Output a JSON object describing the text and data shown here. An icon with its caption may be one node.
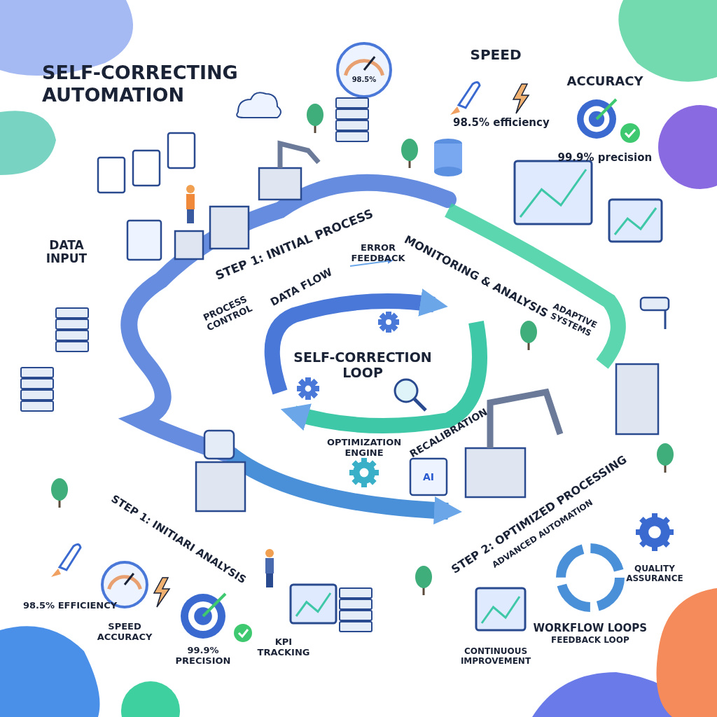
{
  "diagram": {
    "title": "SELF-CORRECTING AUTOMATION",
    "labels": [
      "98.5%",
      "SPEED",
      "98.5% efficiency",
      "ACCURACY",
      "99.9% precision",
      "DATA INPUT",
      "STEP 1: INITIAL PROCESS",
      "ERROR FEEDBACK",
      "MONITORING & ANALYSIS",
      "DATA FLOW",
      "PROCESS CONTROL",
      "ADAPTIVE SYSTEMS",
      "SELF-CORRECTION LOOP",
      "RECALIBRATION",
      "AI",
      "OPTIMIZATION ENGINE",
      "STEP 2: OPTIMIZED PROCESSING",
      "ADVANCED AUTOMATION",
      "STEP 1: INITIARI ANALYSIS",
      "QUALITY ASSURANCE",
      "98.5% EFFICIENCY",
      "SPEED ACCURACY",
      "WORKFLOW LOOPS",
      "FEEDBACK LOOP",
      "99.9% PRECISION",
      "KPI TRACKING",
      "CONTINUOUS IMPROVEMENT"
    ]
  }
}
